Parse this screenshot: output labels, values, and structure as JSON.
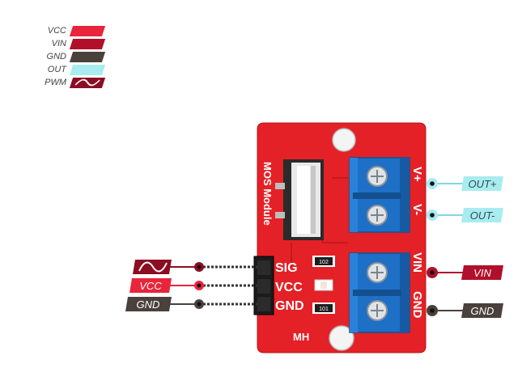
{
  "legend": [
    {
      "label": "VCC",
      "color": "#e8253a"
    },
    {
      "label": "VIN",
      "color": "#b0102a"
    },
    {
      "label": "GND",
      "color": "#4a403c"
    },
    {
      "label": "OUT",
      "color": "#a8ecf0"
    },
    {
      "label": "PWM",
      "color": "#8c0d22",
      "icon": "wave-icon"
    }
  ],
  "board": {
    "module_text": "MOS Module",
    "maker_text": "MH",
    "pin_labels": [
      "SIG",
      "VCC",
      "GND"
    ],
    "terminal_labels_top": [
      "V+",
      "V-"
    ],
    "terminal_labels_bottom": [
      "VIN",
      "GND"
    ],
    "resistor_code_1": "102",
    "resistor_code_2": "101"
  },
  "left_tags": [
    {
      "label": "",
      "color": "#8c0d22",
      "icon": "wave-icon"
    },
    {
      "label": "VCC",
      "color": "#e8253a"
    },
    {
      "label": "GND",
      "color": "#4a403c"
    }
  ],
  "right_tags": [
    {
      "label": "OUT+",
      "color": "#a8ecf0"
    },
    {
      "label": "OUT-",
      "color": "#a8ecf0"
    },
    {
      "label": "VIN",
      "color": "#b0102a"
    },
    {
      "label": "GND",
      "color": "#4a403c"
    }
  ]
}
